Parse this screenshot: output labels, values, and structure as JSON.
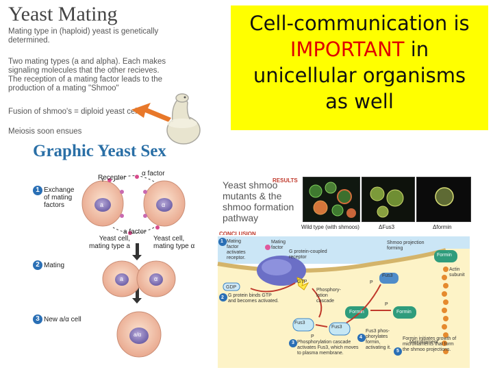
{
  "yeast_mating": {
    "title": "Yeast Mating",
    "line1a": "Mating type in (haploid) yeast is genetically",
    "line1b": "determined.",
    "line2a": "Two mating types (a and alpha).  Each makes",
    "line2b": "signaling molecules that the other recieves.",
    "line2c": "The reception of a mating factor leads to the",
    "line2d": "production of a mating \"Shmoo\"",
    "line3": "Fusion of shmoo's = diploid yeast cell",
    "line4": "Meiosis soon ensues"
  },
  "callout": {
    "line1": "Cell-communication is",
    "line2_red": "IMPORTANT",
    "line2_rest": " in",
    "line3": "unicellular organisms",
    "line4": "as well",
    "background": "#ffff00",
    "highlight_color": "#e00000"
  },
  "graphic": {
    "title": "Graphic Yeast Sex",
    "receptor": "Receptor",
    "alpha_factor": "α factor",
    "a_factor": "a factor",
    "step1_num": "1",
    "step1_a": "Exchange",
    "step1_b": "of mating",
    "step1_c": "factors",
    "cell_a_label": "a",
    "cell_alpha_label": "α",
    "yeast_a_1": "Yeast cell,",
    "yeast_a_2": "mating type a",
    "yeast_alpha_1": "Yeast cell,",
    "yeast_alpha_2": "mating type α",
    "step2_num": "2",
    "step2": "Mating",
    "step3_num": "3",
    "step3": "New a/α cell",
    "fused_a": "a",
    "fused_alpha": "α",
    "diploid": "a/α"
  },
  "pathway": {
    "title_1": "Yeast shmoo",
    "title_2": "mutants & the",
    "title_3": "shmoo formation",
    "title_4": "pathway",
    "results": "RESULTS",
    "conclusion": "CONCLUSION",
    "photo1": "Wild type (with shmoos)",
    "photo2": "ΔFus3",
    "photo3": "Δformin",
    "c1_num": "1",
    "c1_a": "Mating",
    "c1_b": "factor",
    "c1_c": "activates",
    "c1_d": "receptor.",
    "mating_factor": "Mating factor",
    "gpcr_1": "G protein-coupled",
    "gpcr_2": "receptor",
    "shmoo_proj_1": "Shmoo projection",
    "shmoo_proj_2": "forming",
    "formin": "Formin",
    "actin_1": "Actin",
    "actin_2": "subunit",
    "gdp": "GDP",
    "gtp": "GTP",
    "c2_num": "2",
    "c2_a": "G protein binds GTP",
    "c2_b": "and becomes activated.",
    "phospho_1": "Phosphory-",
    "phospho_2": "lation",
    "phospho_3": "cascade",
    "fus3": "Fus3",
    "p": "P",
    "c4_num": "4",
    "c4_a": "Fus3 phos-",
    "c4_b": "phorylates",
    "c4_c": "formin,",
    "c4_d": "activating it.",
    "microfilament": "Microfilament",
    "c3_num": "3",
    "c3_a": "Phosphorylation cascade",
    "c3_b": "activates Fus3, which moves",
    "c3_c": "to plasma membrane.",
    "c5_num": "5",
    "c5_a": "Formin initiates growth of",
    "c5_b": "microfilaments that form",
    "c5_c": "the shmoo projections."
  }
}
